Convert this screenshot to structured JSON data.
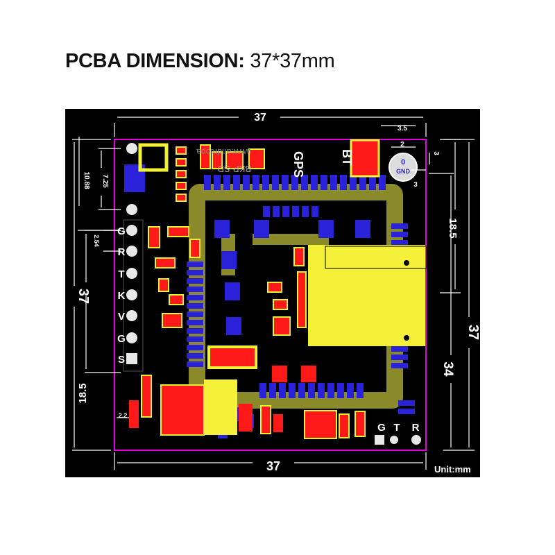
{
  "title": {
    "bold": "PCBA DIMENSION:",
    "value": "37*37mm"
  },
  "dimensions": {
    "top_width": "37",
    "bottom_width": "37",
    "left_height": "37",
    "right_height": "37",
    "right_inner": "34",
    "right_upper": "18.5",
    "left_lower": "18.5",
    "mount_offset": "10.88",
    "mount_spacing": "7.25",
    "pin_pitch": "2.54",
    "hole_x": "3.5",
    "hole_dia": "2",
    "hole_top": "3",
    "hole_side": "3",
    "edge_small": "2.2"
  },
  "unit_label": "Unit:mm",
  "pin_labels": [
    "G",
    "R",
    "T",
    "K",
    "V",
    "G",
    "S"
  ],
  "led_labels": [
    "G",
    "T",
    "R"
  ],
  "silkscreen": {
    "gps": "GPS",
    "bt": "BT",
    "hole_zero": "0",
    "hole_gnd": "GND",
    "board_code": "BKP-SD",
    "url": "www.andrcopa"
  },
  "colors": {
    "board": "#000000",
    "outline": "#e000e0",
    "pad": "#f2f235",
    "trace_red": "#ff1a1a",
    "component_blue": "#2a22d8",
    "module": "#f5f03a",
    "olive": "#8a8a2a"
  }
}
